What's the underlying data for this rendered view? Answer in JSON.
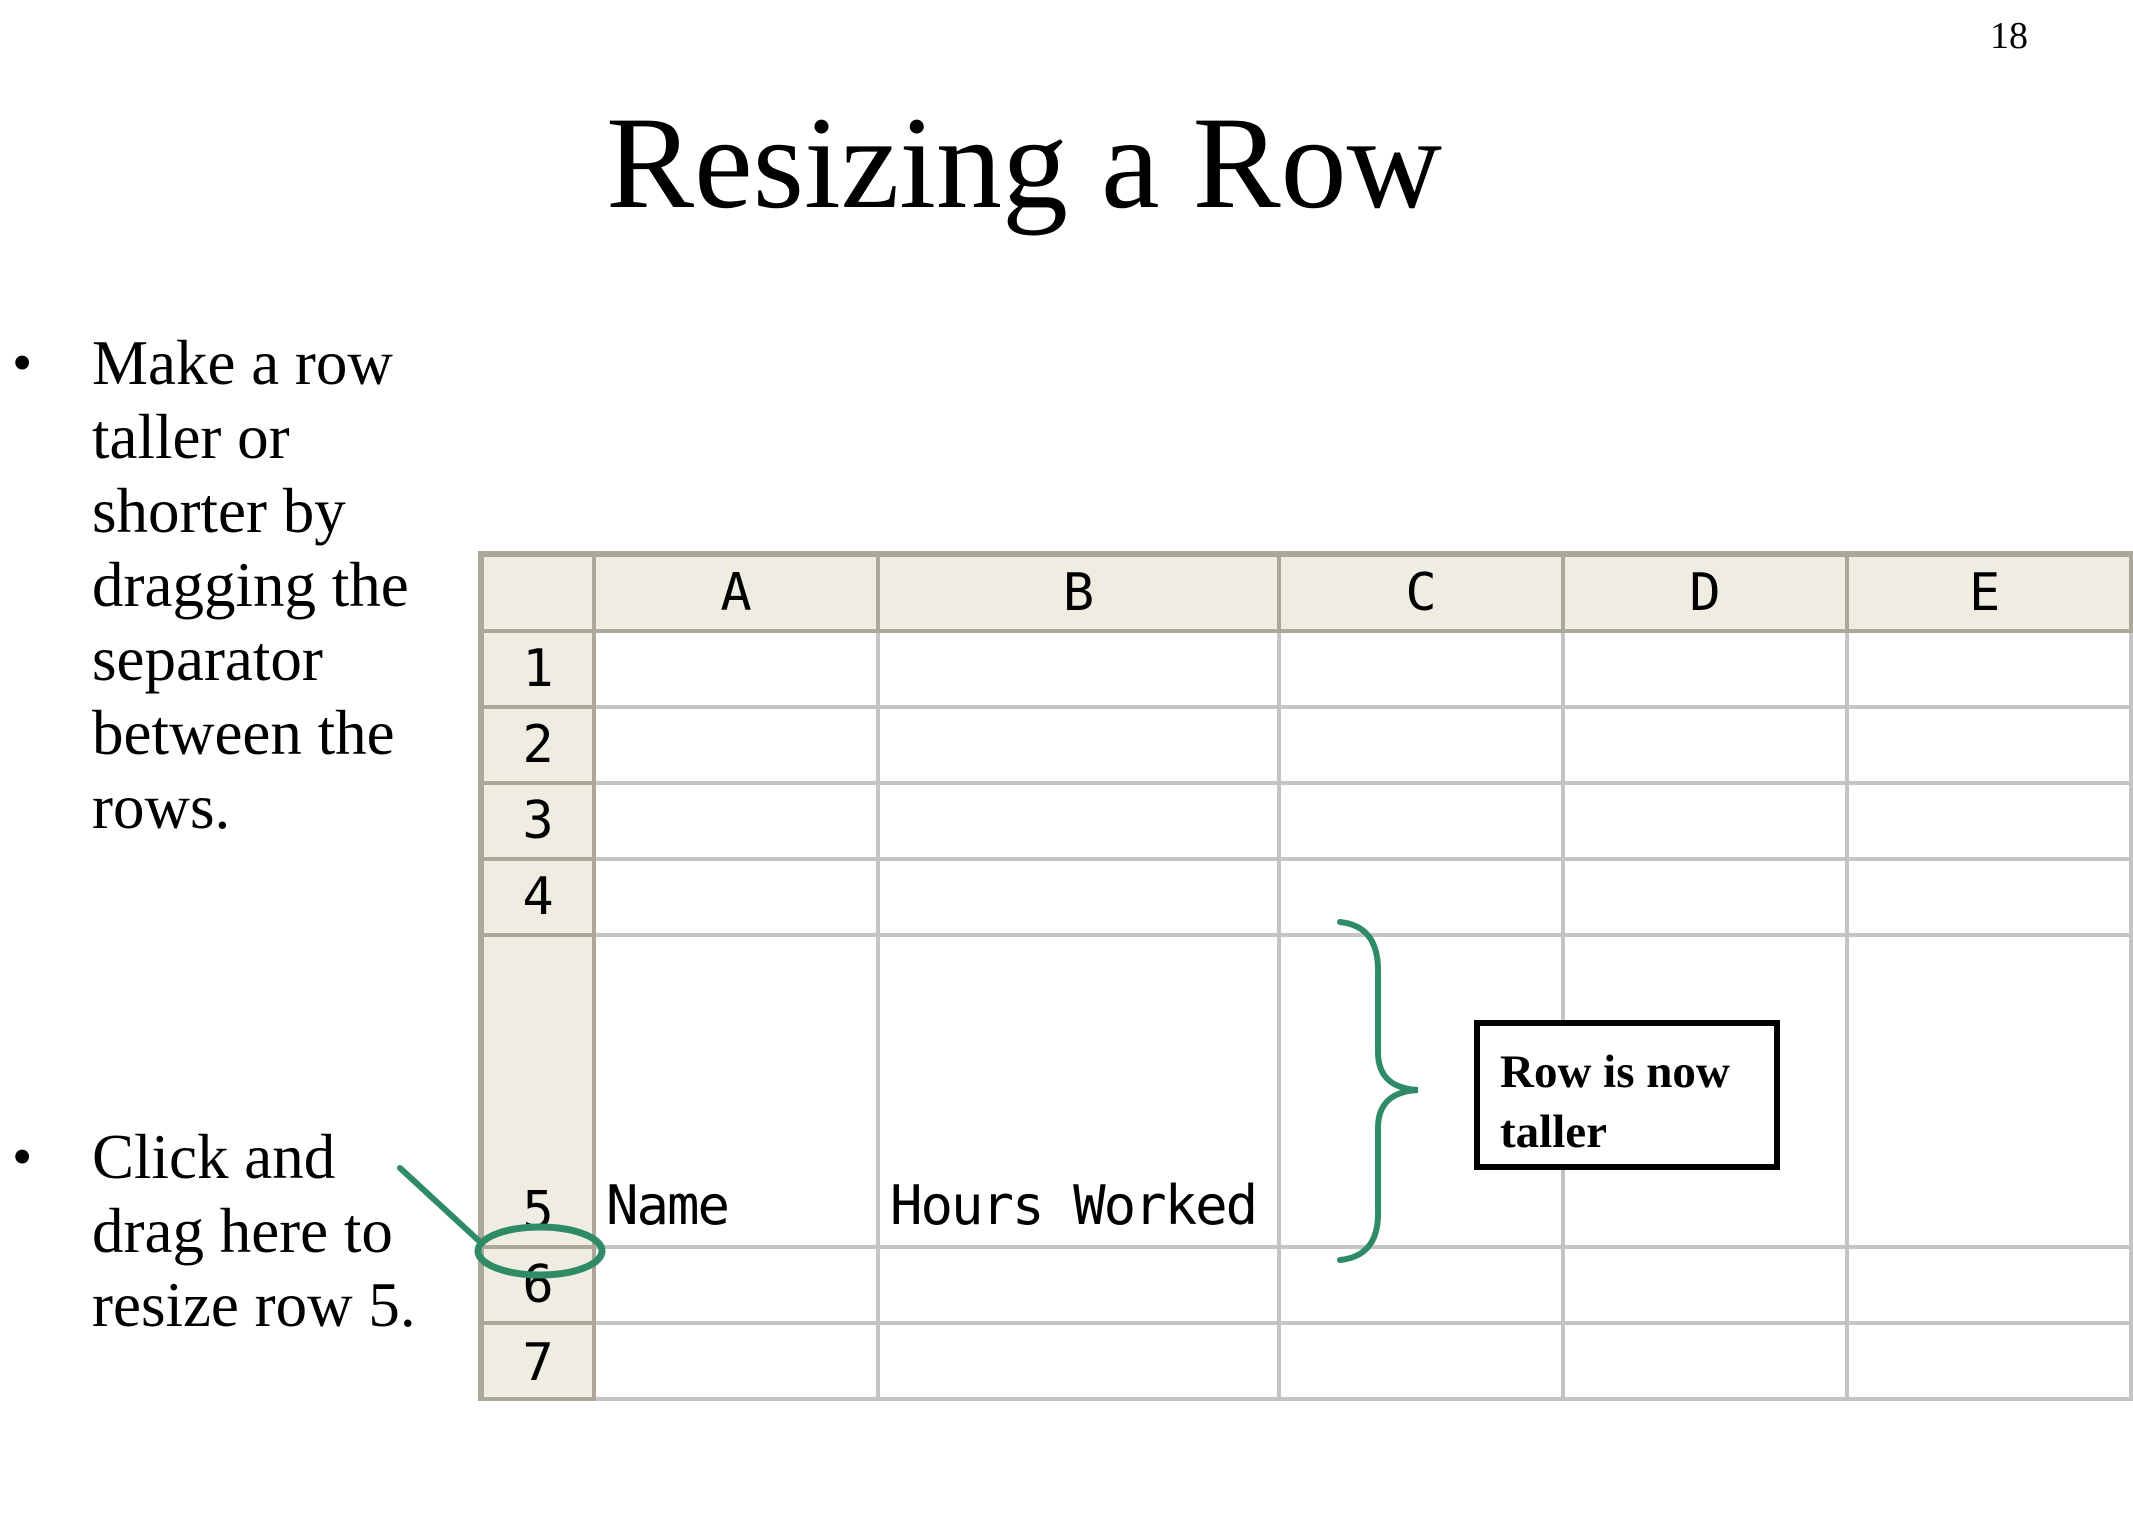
{
  "slide": {
    "number": "18",
    "title": "Resizing a Row"
  },
  "bullets": [
    "Make a row taller or shorter by dragging the separator between the rows.",
    "Click and drag here to resize row 5."
  ],
  "spreadsheet": {
    "columns": [
      "A",
      "B",
      "C",
      "D",
      "E"
    ],
    "rows": [
      "1",
      "2",
      "3",
      "4",
      "5",
      "6",
      "7"
    ],
    "cells": {
      "A5": "Name",
      "B5": "Hours Worked"
    }
  },
  "callout": {
    "text": "Row is now taller"
  },
  "colors": {
    "annotation": "#2e8b66",
    "header_bg": "#efece1",
    "grid": "#c4c4c4"
  }
}
